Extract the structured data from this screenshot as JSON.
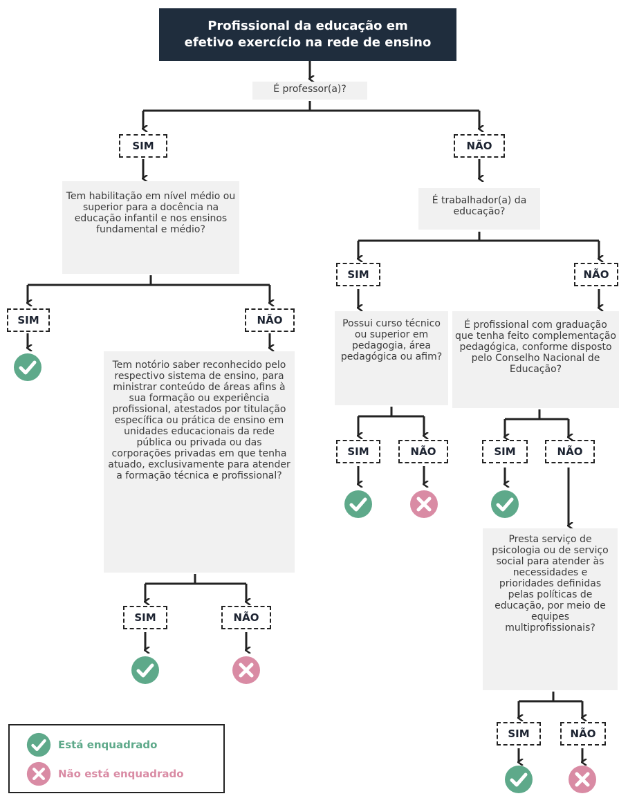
{
  "title": {
    "line1": "Profissional da educação em",
    "line2": "efetivo exercício na rede de ensino"
  },
  "questions": {
    "q1": "É professor(a)?",
    "q2": "Tem habilitação em nível médio ou superior para a docência na educação infantil e nos ensinos fundamental e médio?",
    "q3": "É trabalhador(a) da educação?",
    "q4": "Tem notório saber reconhecido pelo respectivo sistema de ensino, para ministrar conteúdo de áreas afins à sua formação ou experiência profissional, atestados por titulação específica ou prática de ensino em unidades educacionais da rede pública ou privada ou das corporações privadas em que tenha atuado, exclusivamente para atender a formação técnica e profissional?",
    "q5": "Possui curso técnico ou superior em pedagogia, área pedagógica ou afim?",
    "q6": "É profissional com graduação que tenha feito complementação pedagógica, conforme disposto pelo Conselho Nacional de Educação?",
    "q7": "Presta serviço de psicologia ou de serviço social para atender às necessidades e prioridades definidas pelas políticas de educação, por meio de equipes multiprofissionais?"
  },
  "answers": {
    "yes": "SIM",
    "no": "NÃO"
  },
  "legend": {
    "ok": "Está enquadrado",
    "not_ok": "Não está enquadrado"
  },
  "colors": {
    "ok": "#5ea98a",
    "not_ok": "#d98ba4",
    "header_bg": "#1f2d3d",
    "line": "#222222"
  },
  "icons": {
    "ok": "check-icon",
    "not_ok": "x-icon"
  }
}
